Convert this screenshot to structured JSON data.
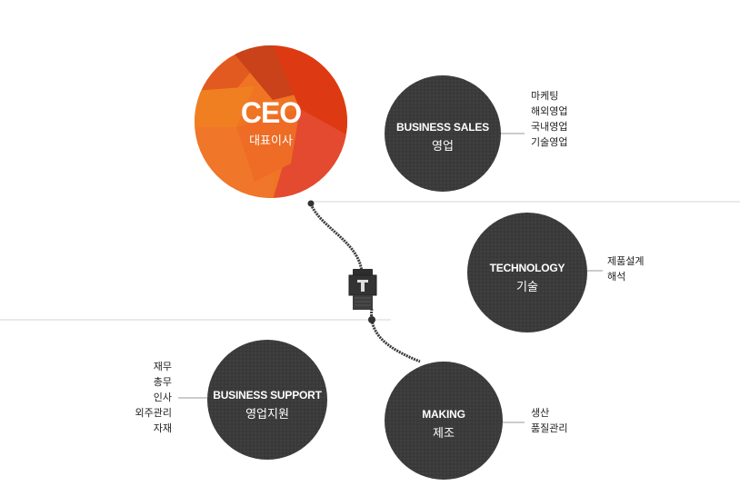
{
  "colors": {
    "node_fill": "#3a3a3a",
    "ceo_gradient": [
      "#e9542a",
      "#f07a23",
      "#d9371c"
    ],
    "line": "#cfcfcf",
    "cable": "#3a3a3a"
  },
  "ceo": {
    "title": "CEO",
    "subtitle": "대표이사"
  },
  "nodes": {
    "sales": {
      "title": "BUSINESS SALES",
      "subtitle": "영업",
      "items": [
        "마케팅",
        "해외영업",
        "국내영업",
        "기술영업"
      ]
    },
    "tech": {
      "title": "TECHNOLOGY",
      "subtitle": "기술",
      "items": [
        "제품설계",
        "해석"
      ]
    },
    "making": {
      "title": "MAKING",
      "subtitle": "제조",
      "items": [
        "생산",
        "품질관리"
      ]
    },
    "support": {
      "title": "BUSINESS SUPPORT",
      "subtitle": "영업지원",
      "items": [
        "재무",
        "총무",
        "인사",
        "외주관리",
        "자재"
      ]
    }
  }
}
